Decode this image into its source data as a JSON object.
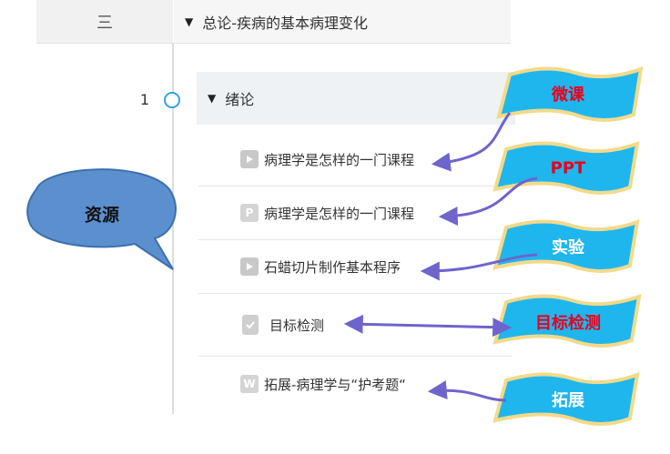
{
  "chapter": {
    "number": "三",
    "title": "总论-疾病的基本病理变化"
  },
  "section": {
    "number": "1",
    "title": "绪论"
  },
  "items": [
    {
      "icon": "video-icon",
      "label": "病理学是怎样的一门课程"
    },
    {
      "icon": "ppt-icon",
      "icon_text": "P",
      "label": "病理学是怎样的一门课程"
    },
    {
      "icon": "video-icon",
      "label": "石蜡切片制作基本程序"
    },
    {
      "icon": "clipboard-check-icon",
      "label": "目标检测"
    },
    {
      "icon": "word-doc-icon",
      "icon_text": "W",
      "label": "拓展-病理学与“护考题“"
    }
  ],
  "annotations": {
    "bubble": {
      "label": "资源",
      "color": "#5b8fce"
    },
    "flags": [
      {
        "label": "微课",
        "text_color": "#e8001c"
      },
      {
        "label": "PPT",
        "text_color": "#e8001c"
      },
      {
        "label": "实验",
        "text_color": "#ffffff"
      },
      {
        "label": "目标检测",
        "text_color": "#e8001c"
      },
      {
        "label": "拓展",
        "text_color": "#ffffff"
      }
    ],
    "flag_fill": "#1fb6ee",
    "flag_border": "#f3da8a",
    "arrow_color": "#6f64cc"
  }
}
